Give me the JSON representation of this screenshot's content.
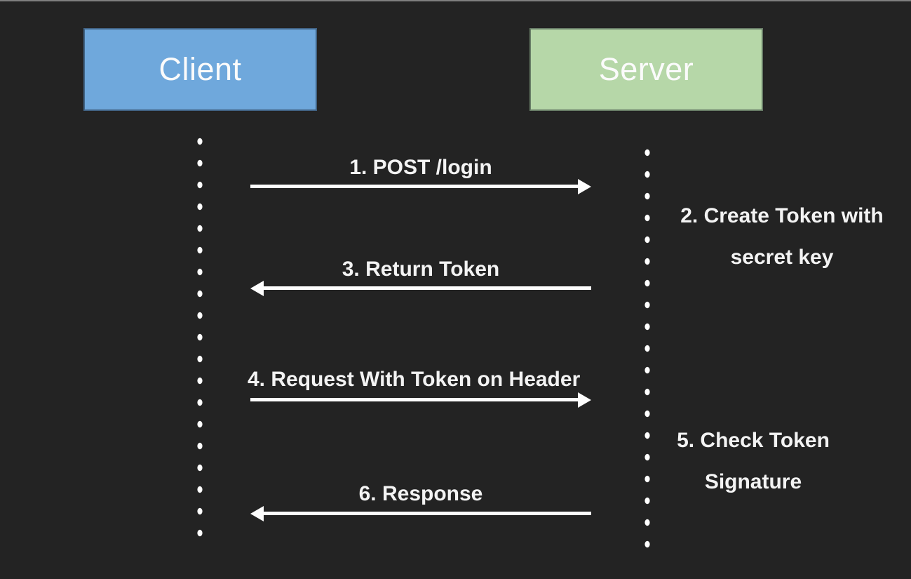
{
  "diagram": {
    "type": "sequence-diagram",
    "topic": "Token based authentication flow",
    "actors": {
      "client": {
        "label": "Client",
        "box_color": "#6fa8dc"
      },
      "server": {
        "label": "Server",
        "box_color": "#b6d7a8"
      }
    },
    "messages": {
      "m1": {
        "label": "1. POST /login",
        "direction": "right"
      },
      "m3": {
        "label": "3. Return Token",
        "direction": "left"
      },
      "m4": {
        "label": "4. Request With Token on Header",
        "direction": "right"
      },
      "m6": {
        "label": "6. Response",
        "direction": "left"
      }
    },
    "notes": {
      "n2": {
        "line1": "2. Create Token with",
        "line2": "secret key"
      },
      "n5": {
        "line1": "5. Check Token",
        "line2": "Signature"
      }
    },
    "colors": {
      "background": "#232323",
      "client_box": "#6fa8dc",
      "server_box": "#b6d7a8",
      "text": "#f3f3f3",
      "arrow": "#fdfdfd"
    }
  }
}
